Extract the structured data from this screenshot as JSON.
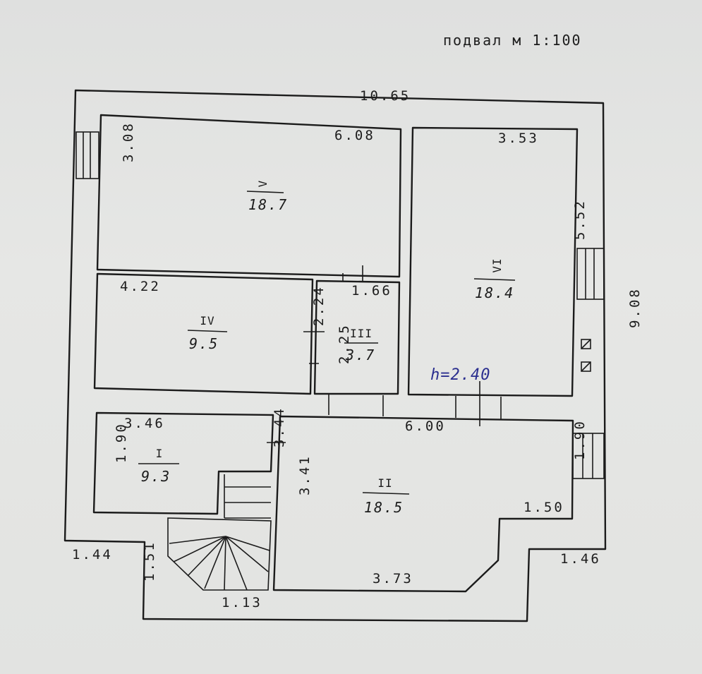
{
  "title": "подвал м 1:100",
  "ceiling_height": "h=2.40",
  "overall": {
    "width": "10.65",
    "depth": "9.08"
  },
  "rooms": [
    {
      "id": "V",
      "area": "18.7"
    },
    {
      "id": "VI",
      "area": "18.4"
    },
    {
      "id": "IV",
      "area": "9.5"
    },
    {
      "id": "III",
      "area": "3.7"
    },
    {
      "id": "I",
      "area": "9.3"
    },
    {
      "id": "II",
      "area": "18.5"
    }
  ],
  "dimensions": [
    "6.08",
    "3.08",
    "3.53",
    "5.52",
    "4.22",
    "2.24",
    "2.25",
    "1.66",
    "3.46",
    "1.90",
    "3.44",
    "3.41",
    "6.00",
    "1.90",
    "1.50",
    "3.73",
    "1.44",
    "1.51",
    "1.13",
    "1.46"
  ]
}
